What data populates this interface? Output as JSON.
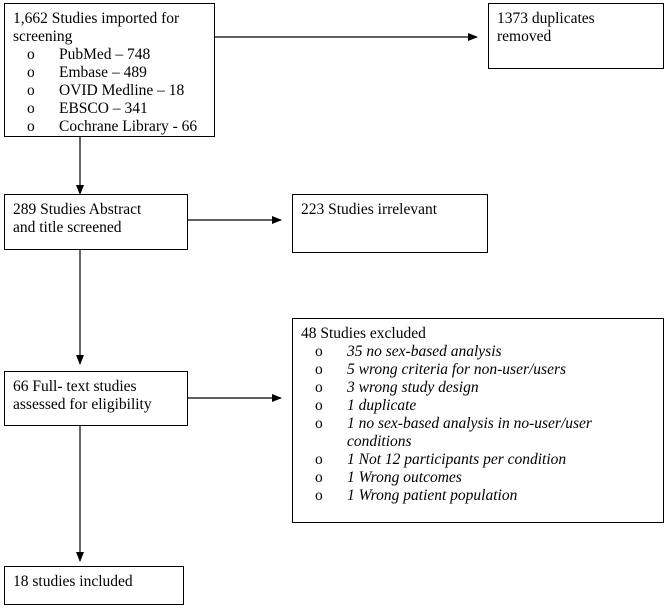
{
  "flow": {
    "imported": {
      "title": "1,662 Studies imported for screening",
      "sources": [
        "PubMed – 748",
        "Embase – 489",
        "OVID Medline – 18",
        "EBSCO – 341",
        "Cochrane Library - 66"
      ]
    },
    "duplicates": {
      "line1": "1373 duplicates",
      "line2": "removed"
    },
    "screened": {
      "line1": "289 Studies Abstract",
      "line2": "and title screened"
    },
    "irrelevant": {
      "text": "223 Studies irrelevant"
    },
    "fulltext": {
      "line1": "66 Full- text studies",
      "line2": "assessed for eligibility"
    },
    "excluded": {
      "title": "48 Studies excluded",
      "reasons": [
        "35 no sex-based analysis",
        "5 wrong criteria for non-user/users",
        "3 wrong study design",
        "1 duplicate",
        "1 no sex-based analysis in no-user/user conditions",
        "1 Not 12 participants per condition",
        "1 Wrong outcomes",
        "1 Wrong patient population"
      ]
    },
    "included": {
      "text": "18 studies included"
    },
    "bullet_glyph": "o"
  }
}
